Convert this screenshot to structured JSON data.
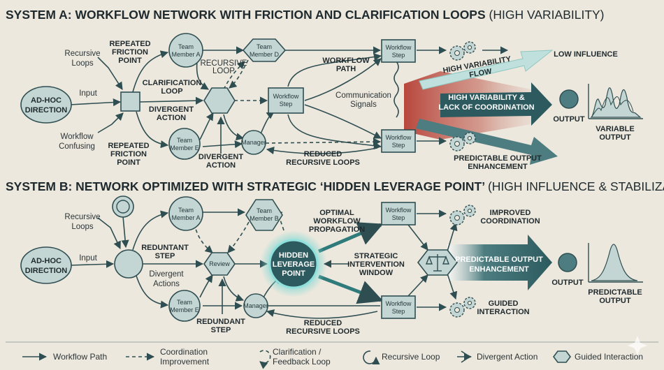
{
  "system_a": {
    "title": "SYSTEM A: WORKFLOW NETWORK WITH FRICTION AND CLARIFICATION LOOPS",
    "subtitle": "(HIGH VARIABILITY)",
    "ad_hoc_1": "AD-HOC",
    "ad_hoc_2": "DIRECTION",
    "recursive_loops_1": "Recursive",
    "recursive_loops_2": "Loops",
    "input": "Input",
    "workflow_confusing_1": "Workflow",
    "workflow_confusing_2": "Confusing",
    "repeated_friction_top_1": "REPEATED",
    "repeated_friction_top_2": "FRICTION",
    "repeated_friction_top_3": "POINT",
    "repeated_friction_bottom_1": "REPEATED",
    "repeated_friction_bottom_2": "FRICTION",
    "repeated_friction_bottom_3": "POINT",
    "team_a_1": "Team",
    "team_a_2": "Member A",
    "team_d_1": "Team",
    "team_d_2": "Member D",
    "team_e_1": "Team",
    "team_e_2": "Member E",
    "recursive_loop_1": "RECURSIVE",
    "recursive_loop_2": "LOOP",
    "clarification_loop_1": "CLARIFICATION",
    "clarification_loop_2": "LOOP",
    "divergent_action_mid_1": "DIVERGENT",
    "divergent_action_mid_2": "ACTION",
    "divergent_action_bot_1": "DIVERGENT",
    "divergent_action_bot_2": "ACTION",
    "manager": "Manager",
    "workflow_step_1": "Workflow",
    "workflow_step_2": "Step",
    "workflow_path_1": "WORKFLOW",
    "workflow_path_2": "PATH",
    "communication_1": "Communication",
    "communication_2": "Signals",
    "reduced_loops_1": "REDUCED",
    "reduced_loops_2": "RECURSIVE LOOPS",
    "high_var_flow_1": "HIGH VARIABILITY",
    "high_var_flow_2": "FLOW",
    "high_var_coord_1": "HIGH VARIABILITY &",
    "high_var_coord_2": "LACK OF COORDINATION",
    "low_influence": "LOW INFLUENCE",
    "output": "OUTPUT",
    "variable_output_1": "VARIABLE",
    "variable_output_2": "OUTPUT",
    "predictable_enh_1": "PREDICTABLE OUTPUT",
    "predictable_enh_2": "ENHANCEMENT"
  },
  "system_b": {
    "title": "SYSTEM B: NETWORK OPTIMIZED WITH STRATEGIC ‘HIDDEN LEVERAGE POINT’",
    "subtitle": "(HIGH INFLUENCE & STABILIZATION)",
    "recursive_loops_1": "Recursive",
    "recursive_loops_2": "Loops",
    "ad_hoc_1": "AD-HOC",
    "ad_hoc_2": "DIRECTION",
    "input": "Input",
    "team_a_1": "Team",
    "team_a_2": "Member A",
    "team_b_1": "Team",
    "team_b_2": "Member B",
    "team_e_1": "Team",
    "team_e_2": "Member E",
    "redundant_top_1": "REDUNTANT",
    "redundant_top_2": "STEP",
    "redundant_bot_1": "REDUNDANT",
    "redundant_bot_2": "STEP",
    "divergent_1": "Divergent",
    "divergent_2": "Actions",
    "review": "Review",
    "manager": "Manager",
    "hidden_1": "HIDDEN",
    "hidden_2": "LEVERAGE",
    "hidden_3": "POINT",
    "optimal_1": "OPTIMAL",
    "optimal_2": "WORKFLOW",
    "optimal_3": "PROPAGATION",
    "strategic_1": "STRATEGIC",
    "strategic_2": "INTERVENTION",
    "strategic_3": "WINDOW",
    "workflow_step_1": "Workflow",
    "workflow_step_2": "Step",
    "improved_1": "IMPROVED",
    "improved_2": "COORDINATION",
    "predictable_enh_1": "PREDICTABLE OUTPUT",
    "predictable_enh_2": "ENHANCEMENT",
    "guided_1": "GUIDED",
    "guided_2": "INTERACTION",
    "reduced_loops_1": "REDUCED",
    "reduced_loops_2": "RECURSIVE LOOPS",
    "output": "OUTPUT",
    "predictable_output_1": "PREDICTABLE",
    "predictable_output_2": "OUTPUT"
  },
  "legend": {
    "workflow_path": "Workflow Path",
    "coordination_1": "Coordination",
    "coordination_2": "Improvement",
    "clarification_1": "Clarification /",
    "clarification_2": "Feedback Loop",
    "recursive_loop": "Recursive Loop",
    "divergent_action": "Divergent Action",
    "guided_interaction": "Guided Interaction"
  },
  "colors": {
    "background": "#ede8dd",
    "node_fill": "#c3d6d3",
    "stroke": "#2f4e52",
    "flow_dark": "#2c5a5e",
    "variability_red": "#b8473d",
    "flow_light": "#bfe0dc"
  }
}
